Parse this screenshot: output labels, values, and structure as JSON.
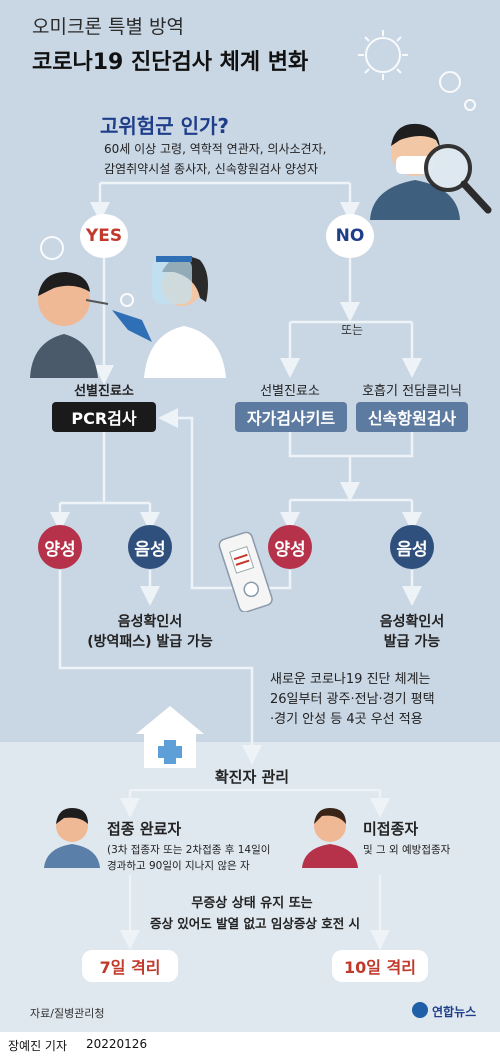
{
  "header": {
    "subtitle": "오미크론 특별 방역",
    "title": "코로나19 진단검사 체계 변화"
  },
  "question": {
    "title": "고위험군 인가?",
    "line1": "60세 이상 고령, 역학적 연관자, 의사소견자,",
    "line2": "감염취약시설 종사자, 신속항원검사 양성자"
  },
  "decision": {
    "yes": "YES",
    "no": "NO"
  },
  "or_label": "또는",
  "pcr": {
    "place": "선별진료소",
    "test": "PCR검사"
  },
  "self_kit": {
    "place": "선별진료소",
    "test": "자가검사키트"
  },
  "rapid": {
    "place": "호흡기 전담클리닉",
    "test": "신속항원검사"
  },
  "results": {
    "positive": "양성",
    "negative": "음성"
  },
  "left_negative_result": {
    "line1": "음성확인서",
    "line2": "(방역패스) 발급 가능"
  },
  "right_negative_result": {
    "line1": "음성확인서",
    "line2": "발급 가능"
  },
  "notice": {
    "line1": "새로운 코로나19 진단 체계는",
    "line2": "26일부터 광주·전남·경기 평택",
    "line3": "·경기 안성 등 4곳 우선 적용"
  },
  "confirmed": {
    "title": "확진자 관리",
    "vaccinated_title": "접종 완료자",
    "vaccinated_desc1": "(3차 접종자 또는 2차접종 후 14일이",
    "vaccinated_desc2": "경과하고 90일이 지나지 않은 자",
    "unvaccinated_title": "미접종자",
    "unvaccinated_desc": "및 그 외 예방접종자",
    "condition1": "무증상 상태 유지 또는",
    "condition2": "증상 있어도 발열 없고 임상증상 호전 시",
    "quarantine_vaccinated": "7일 격리",
    "quarantine_unvaccinated": "10일 격리"
  },
  "source": "자료/질병관리청",
  "logo": "연합뉴스",
  "byline": {
    "reporter": "장예진 기자",
    "date": "20220126"
  },
  "colors": {
    "background": "#c9d6e4",
    "positive": "#b5324a",
    "negative": "#2f4f7c",
    "test_box": "#5d7aa0",
    "pcr_box": "#1a1a1a",
    "accent_title": "#1f3e8a",
    "yes": "#c0392b",
    "no": "#1f3e8a"
  }
}
